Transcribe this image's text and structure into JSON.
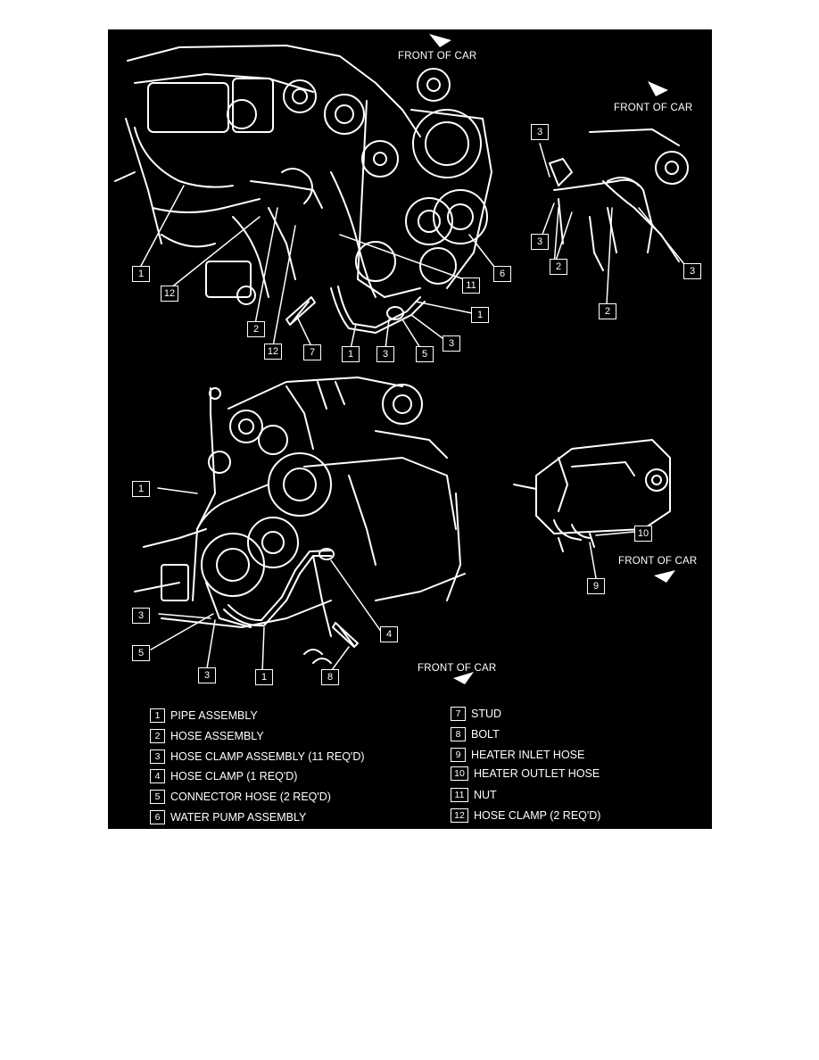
{
  "figure": {
    "background": "#000000",
    "line_color": "#ffffff",
    "front_of_car": "FRONT OF CAR",
    "callout_labels": {
      "tl_1": "1",
      "tl_12a": "12",
      "tl_2": "2",
      "tl_12b": "12",
      "tl_7": "7",
      "tl_1b": "1",
      "tl_3": "3",
      "tl_5": "5",
      "tl_3b": "3",
      "tl_1c": "1",
      "tl_11": "11",
      "tl_6": "6",
      "tr_3a": "3",
      "tr_3b": "3",
      "tr_2a": "2",
      "tr_3c": "3",
      "tr_2b": "2",
      "bl_1": "1",
      "bl_3": "3",
      "bl_5": "5",
      "bl_3b": "3",
      "bl_1b": "1",
      "bl_8": "8",
      "bl_4": "4",
      "br_10": "10",
      "br_9": "9"
    },
    "legend": [
      {
        "num": "1",
        "text": "PIPE ASSEMBLY"
      },
      {
        "num": "2",
        "text": "HOSE ASSEMBLY"
      },
      {
        "num": "3",
        "text": "HOSE CLAMP ASSEMBLY (11 REQ'D)"
      },
      {
        "num": "4",
        "text": "HOSE CLAMP (1 REQ'D)"
      },
      {
        "num": "5",
        "text": "CONNECTOR HOSE (2 REQ'D)"
      },
      {
        "num": "6",
        "text": "WATER PUMP ASSEMBLY"
      },
      {
        "num": "7",
        "text": "STUD"
      },
      {
        "num": "8",
        "text": "BOLT"
      },
      {
        "num": "9",
        "text": "HEATER INLET HOSE"
      },
      {
        "num": "10",
        "text": "HEATER OUTLET HOSE"
      },
      {
        "num": "11",
        "text": "NUT"
      },
      {
        "num": "12",
        "text": "HOSE CLAMP (2 REQ'D)"
      }
    ]
  }
}
